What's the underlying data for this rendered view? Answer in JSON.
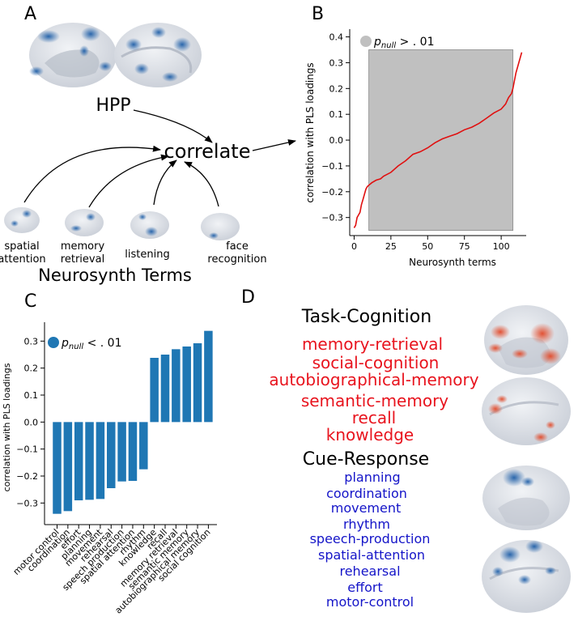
{
  "panels": {
    "a": "A",
    "b": "B",
    "c": "C",
    "d": "D"
  },
  "panel_a": {
    "hpp_label": "HPP",
    "correlate_label": "correlate",
    "footer": "Neurosynth Terms",
    "terms": [
      {
        "line1": "spatial",
        "line2": "attention"
      },
      {
        "line1": "memory",
        "line2": "retrieval"
      },
      {
        "line1": "listening",
        "line2": ""
      },
      {
        "line1": "face",
        "line2": "recognition"
      }
    ],
    "colors": {
      "brain_base": "#d9dee6",
      "brain_accent": "#2e7fc0"
    }
  },
  "chart_data": [
    {
      "type": "line",
      "panel": "B",
      "ylabel": "correlation with PLS loadings",
      "xlabel": "Neurosynth terms",
      "legend_label": "p",
      "legend_sub": "null",
      "legend_rest": " > . 01",
      "xlim": [
        -3,
        117
      ],
      "ylim": [
        -0.37,
        0.43
      ],
      "xticks": [
        0,
        25,
        50,
        75,
        100
      ],
      "yticks": [
        -0.3,
        -0.2,
        -0.1,
        0.0,
        0.1,
        0.2,
        0.3,
        0.4
      ],
      "ytick_labels": [
        "−0.3",
        "−0.2",
        "−0.1",
        "0.0",
        "0.1",
        "0.2",
        "0.3",
        "0.4"
      ],
      "null_band": {
        "x0": 10,
        "x1": 108,
        "y0": -0.35,
        "y1": 0.35
      },
      "colors": {
        "line": "#e01010",
        "band": "#c0c0c0"
      },
      "x": [
        0,
        1,
        2,
        3,
        4,
        5,
        6,
        7,
        8,
        9,
        10,
        12,
        15,
        18,
        20,
        25,
        30,
        35,
        40,
        45,
        50,
        55,
        60,
        65,
        70,
        75,
        80,
        85,
        90,
        95,
        100,
        103,
        105,
        107,
        108,
        110,
        112,
        114
      ],
      "y": [
        -0.34,
        -0.33,
        -0.3,
        -0.29,
        -0.28,
        -0.25,
        -0.23,
        -0.21,
        -0.19,
        -0.18,
        -0.175,
        -0.165,
        -0.155,
        -0.15,
        -0.14,
        -0.125,
        -0.1,
        -0.08,
        -0.055,
        -0.045,
        -0.03,
        -0.01,
        0.005,
        0.015,
        0.025,
        0.04,
        0.05,
        0.065,
        0.085,
        0.105,
        0.12,
        0.14,
        0.165,
        0.18,
        0.2,
        0.26,
        0.3,
        0.34
      ]
    },
    {
      "type": "bar",
      "panel": "C",
      "ylabel": "correlation with PLS loadings",
      "legend_label": "p",
      "legend_sub": "null",
      "legend_rest": " < . 01",
      "ylim": [
        -0.38,
        0.37
      ],
      "yticks": [
        -0.3,
        -0.2,
        -0.1,
        0.0,
        0.1,
        0.2,
        0.3
      ],
      "ytick_labels": [
        "−0.3",
        "−0.2",
        "−0.1",
        "0.0",
        "0.1",
        "0.2",
        "0.3"
      ],
      "colors": {
        "bar": "#1f77b4"
      },
      "categories": [
        "motor control",
        "coordination",
        "effort",
        "planning",
        "movement",
        "rehearsal",
        "speech production",
        "spatial attention",
        "rhythm",
        "knowledge",
        "recall",
        "memory retrieval",
        "semantic memory",
        "autobiographical memory",
        "social cognition"
      ],
      "values": [
        -0.34,
        -0.33,
        -0.29,
        -0.288,
        -0.285,
        -0.245,
        -0.22,
        -0.218,
        -0.175,
        0.238,
        0.25,
        0.27,
        0.28,
        0.292,
        0.338
      ]
    }
  ],
  "panel_d": {
    "task_title": "Task-Cognition",
    "cue_title": "Cue-Response",
    "task_words": [
      "memory-retrieval",
      "social-cognition",
      "autobiographical-memory",
      "semantic-memory",
      "recall",
      "knowledge"
    ],
    "cue_words": [
      "planning",
      "coordination",
      "movement",
      "rhythm",
      "speech-production",
      "spatial-attention",
      "rehearsal",
      "effort",
      "motor-control"
    ],
    "colors": {
      "task": "#e8141e",
      "cue": "#1414c8",
      "brain_red": "#e8603a",
      "brain_blue": "#2a66b0"
    }
  }
}
